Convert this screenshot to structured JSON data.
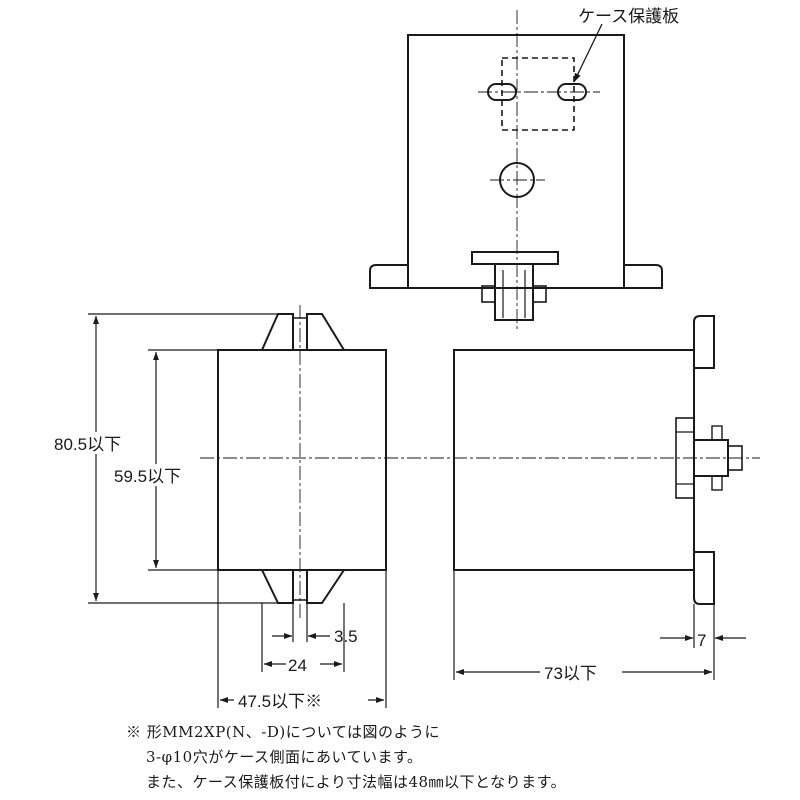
{
  "labels": {
    "case_protection_plate": "ケース保護板",
    "height_overall": "80.5以下",
    "height_body": "59.5以下",
    "dim_3_5": "3.5",
    "dim_24": "24",
    "width_total": "47.5以下※",
    "depth": "73以下",
    "dim_7": "7"
  },
  "notes": {
    "line1": "※ 形MM2XP(N、-D)については図のように",
    "line2": "3-φ10穴がケース側面にあいています。",
    "line3": "また、ケース保護板付により寸法幅は48㎜以下となります。"
  },
  "colors": {
    "line": "#1a1a1a",
    "background": "#ffffff"
  }
}
